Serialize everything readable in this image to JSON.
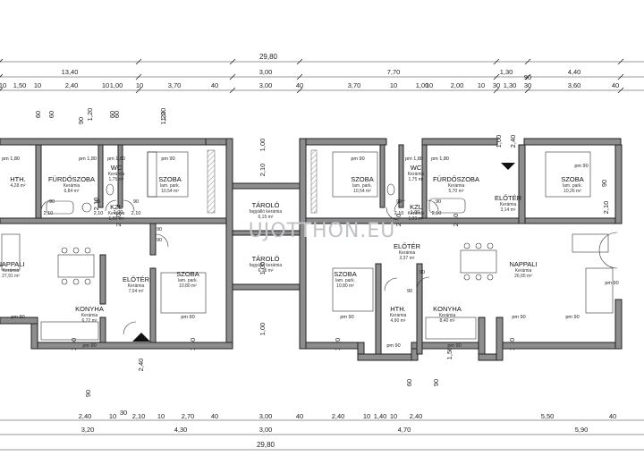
{
  "dims": {
    "top_total": "29,80",
    "top_row1": [
      "13,40",
      "3,00",
      "7,70",
      "1,30",
      "4,40"
    ],
    "top_row2": [
      "10",
      "1,50",
      "10",
      "2,40",
      "10",
      "1,00",
      "10",
      "3,70",
      "40",
      "3,00",
      "40",
      "3,70",
      "10",
      "1,00",
      "10",
      "2,00",
      "10",
      "30",
      "1,30",
      "30",
      "3,60",
      "40"
    ],
    "top_tick": "90",
    "bot_row1": [
      "2,40",
      "10",
      "2,10",
      "10",
      "2,70",
      "40",
      "3,00",
      "40",
      "2,40",
      "10",
      "1,40",
      "10",
      "2,40",
      "5,50",
      "40"
    ],
    "bot_tick": "30",
    "bot_row2": [
      "3,20",
      "4,30",
      "3,00",
      "4,70",
      "5,90"
    ],
    "bot_total": "29,80",
    "vertical": [
      "60",
      "60",
      "1,20",
      "90",
      "60",
      "1,20",
      "60",
      "90",
      "1,20",
      "1,00",
      "2,10",
      "2,10",
      "2,10",
      "2,10",
      "2,10",
      "1,50",
      "1,50",
      "1,20",
      "1,50",
      "1,20",
      "60",
      "90",
      "2,40",
      "1,00",
      "1,00",
      "2,40",
      "1,00",
      "2,10",
      "90"
    ]
  },
  "rooms": [
    {
      "name": "HTH.",
      "sub": "4,28 m²"
    },
    {
      "name": "FÜRDŐSZOBA",
      "sub1": "Kerámia",
      "sub": "6,84 m²"
    },
    {
      "name": "WC",
      "sub1": "Kerámia",
      "sub": "1,75 m²"
    },
    {
      "name": "SZOBA",
      "sub1": "lam. park.",
      "sub": "10,54 m²"
    },
    {
      "name": "KZL",
      "sub1": "Kerámia",
      "sub": "1,00 m²"
    },
    {
      "name": "TÁROLÓ",
      "sub1": "fagyálló kerámia",
      "sub": "6,15 m²"
    },
    {
      "name": "SZOBA",
      "sub1": "lam. park.",
      "sub": "10,54 m²"
    },
    {
      "name": "WC",
      "sub1": "Kerámia",
      "sub": "1,75 m²"
    },
    {
      "name": "FÜRDŐSZOBA",
      "sub1": "Kerámia",
      "sub": "5,70 m²"
    },
    {
      "name": "SZOBA",
      "sub1": "lam. park.",
      "sub": "10,26 m²"
    },
    {
      "name": "ELŐTÉR",
      "sub1": "Kerámia",
      "sub": "3,14 m²"
    },
    {
      "name": "KZL",
      "sub1": "Kerámia",
      "sub": "1,00 m²"
    },
    {
      "name": "ELŐTÉR",
      "sub1": "Kerámia",
      "sub": "3,37 m²"
    },
    {
      "name": "NAPPALI",
      "sub1": "Kerámia",
      "sub": "27,91 m²"
    },
    {
      "name": "ELŐTÉR",
      "sub1": "Kerámia",
      "sub": "7,04 m²"
    },
    {
      "name": "SZOBA",
      "sub1": "lam. park.",
      "sub": "10,80 m²"
    },
    {
      "name": "TÁROLÓ",
      "sub1": "fagyálló kerámia",
      "sub": "6,15 m²"
    },
    {
      "name": "SZOBA",
      "sub1": "lam. park.",
      "sub": "10,80 m²"
    },
    {
      "name": "NAPPALI",
      "sub1": "Kerámia",
      "sub": "26,65 m²"
    },
    {
      "name": "KONYHA",
      "sub1": "Kerámia",
      "sub": "6,72 m²"
    },
    {
      "name": "HTH.",
      "sub1": "Kerámia",
      "sub": "4,90 m²"
    },
    {
      "name": "KONYHA",
      "sub1": "Kerámia",
      "sub": "8,40 m²"
    }
  ],
  "openings": {
    "pm180": "pm 1,80",
    "pm90": "pm 90",
    "door_90": "90",
    "door_210": "2,10",
    "door_100": "1,00"
  },
  "watermark": "UJOTTHON.EU"
}
